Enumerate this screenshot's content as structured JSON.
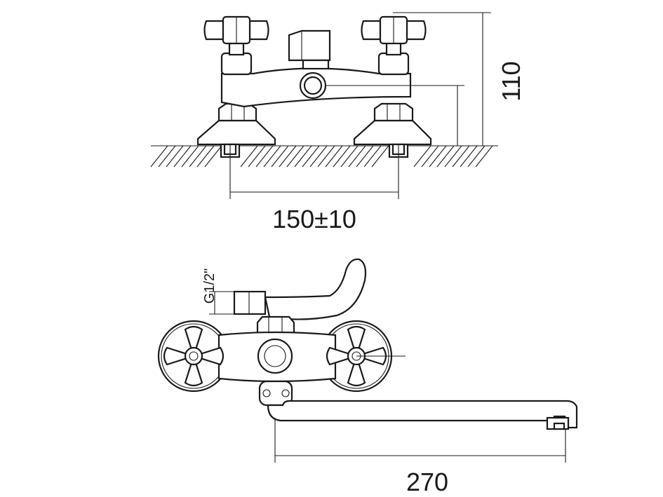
{
  "dimensions": {
    "spacing": "150±10",
    "height": "110",
    "thread": "G1/2\"",
    "spout_length": "270"
  }
}
